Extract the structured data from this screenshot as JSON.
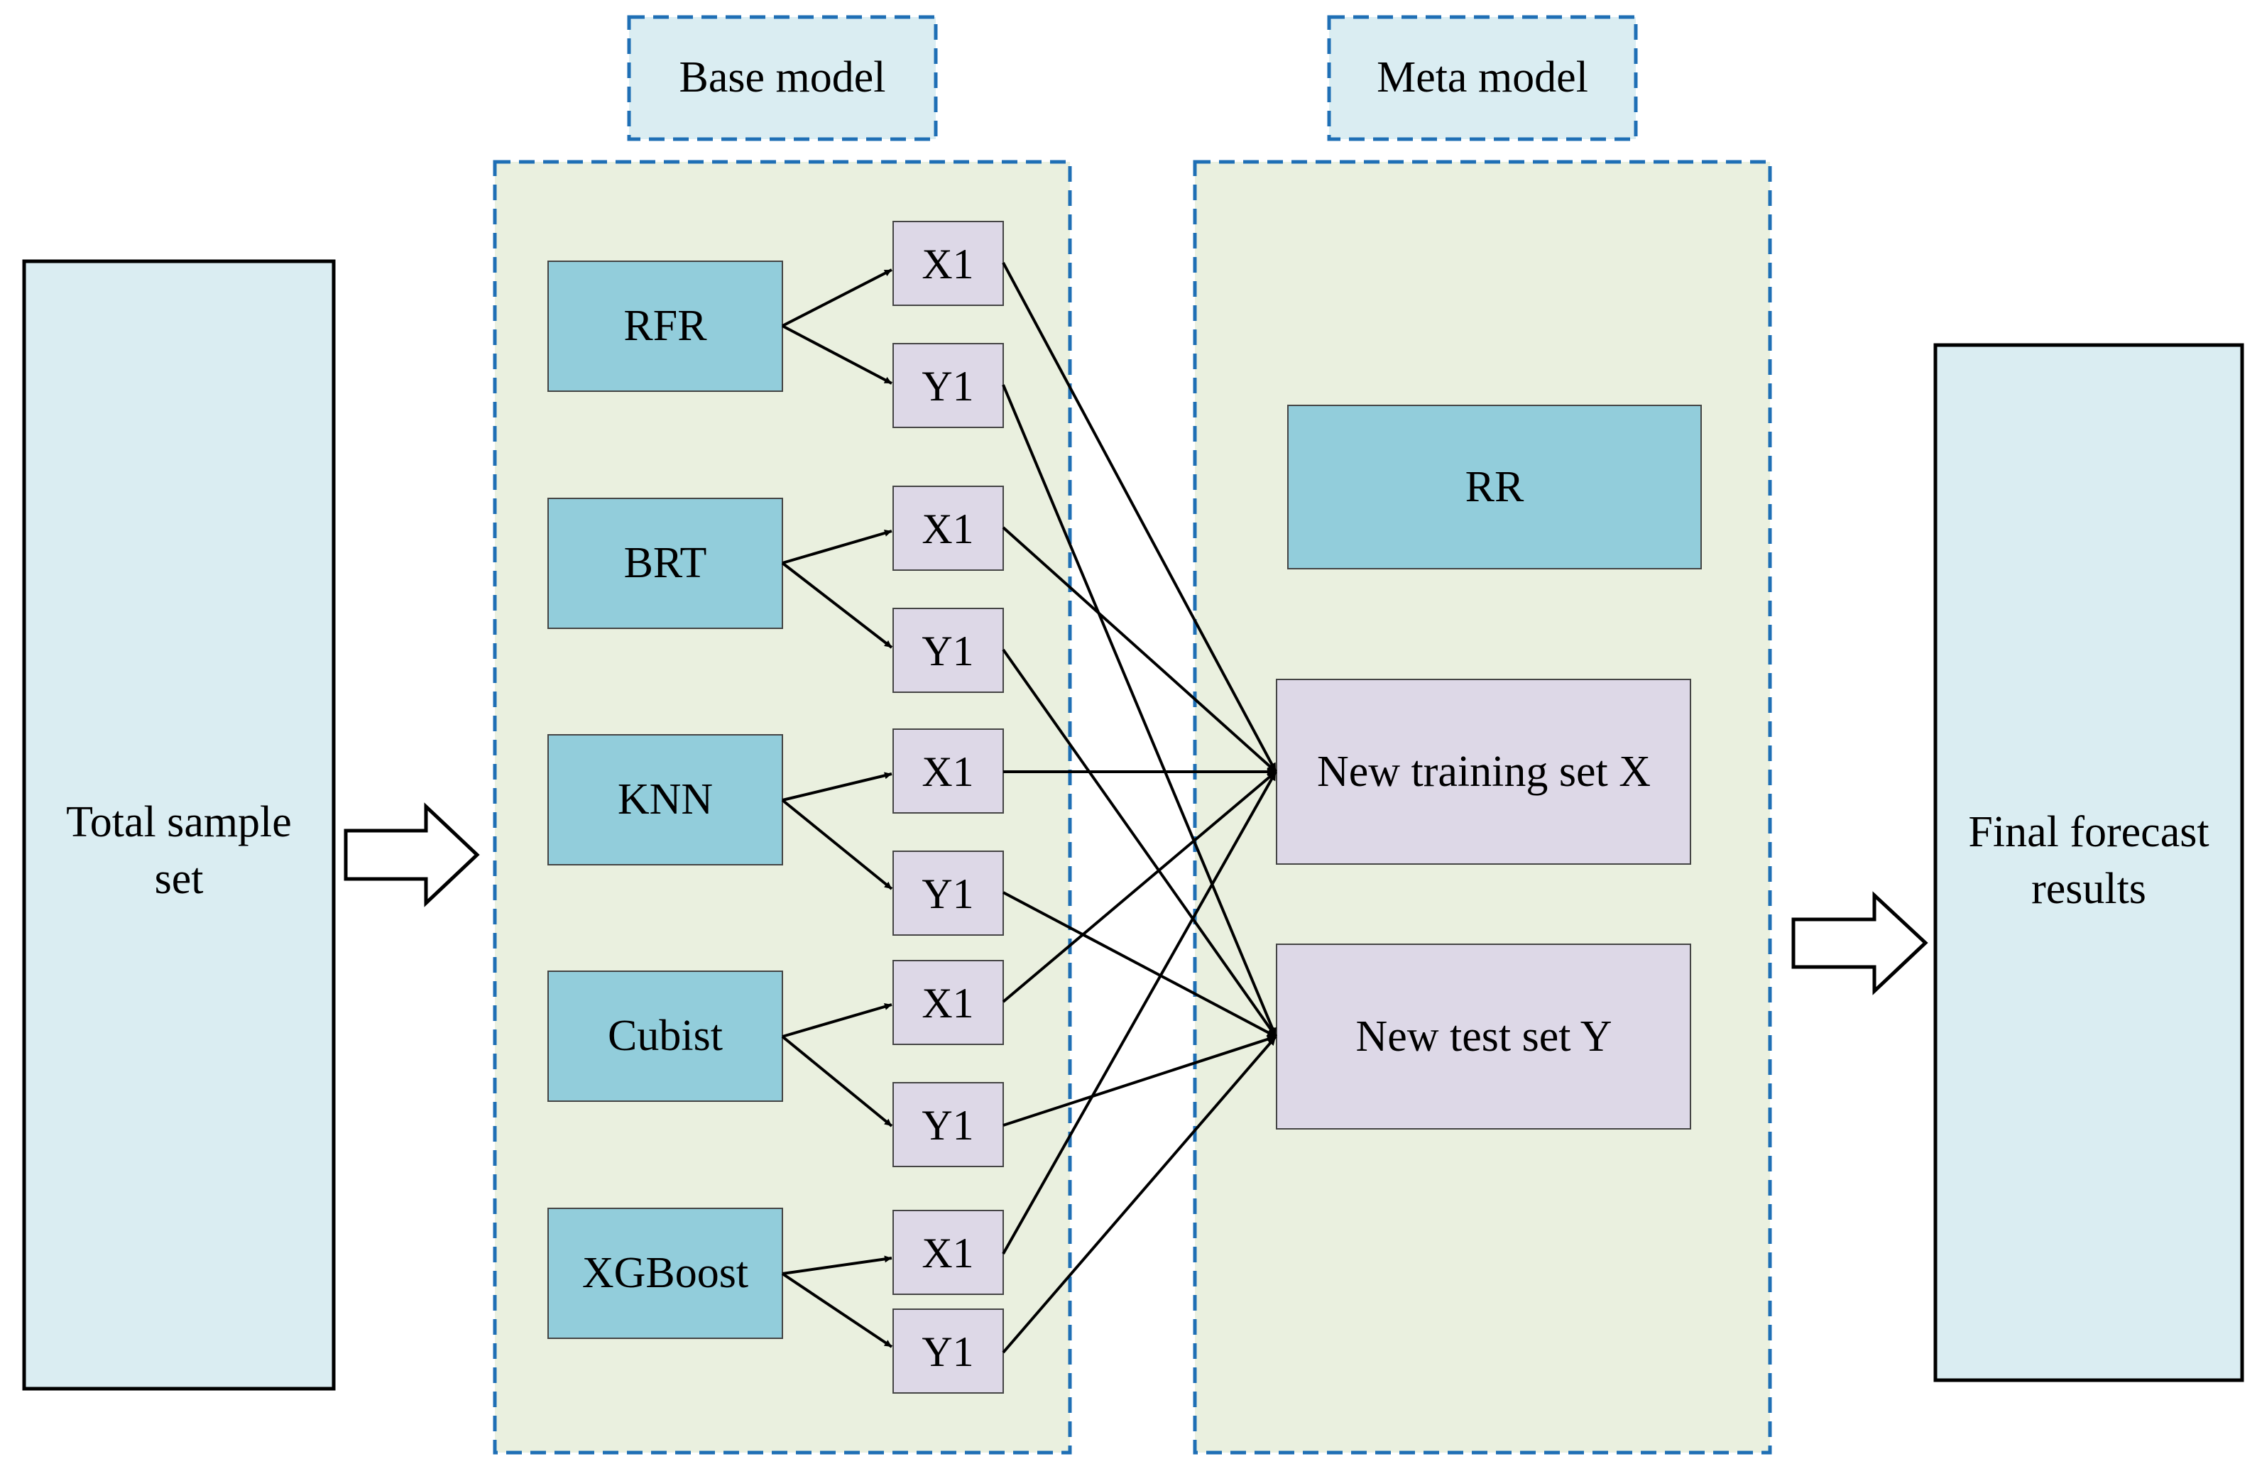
{
  "colors": {
    "section_fill": "#eaf0df",
    "section_border": "#1f6fb5",
    "header_fill": "#daedf2",
    "side_fill": "#daedf2",
    "model_fill": "#92cddb",
    "output_fill": "#ddd8e7",
    "line": "#000000"
  },
  "input_box": {
    "lines": [
      "Total sample",
      "set"
    ]
  },
  "output_box": {
    "lines": [
      "Final forecast",
      "results"
    ]
  },
  "base_section": {
    "header": "Base model"
  },
  "meta_section": {
    "header": "Meta model"
  },
  "base_models": [
    {
      "name": "RFR",
      "outputs": [
        "X1",
        "Y1"
      ]
    },
    {
      "name": "BRT",
      "outputs": [
        "X1",
        "Y1"
      ]
    },
    {
      "name": "KNN",
      "outputs": [
        "X1",
        "Y1"
      ]
    },
    {
      "name": "Cubist",
      "outputs": [
        "X1",
        "Y1"
      ]
    },
    {
      "name": "XGBoost",
      "outputs": [
        "X1",
        "Y1"
      ]
    }
  ],
  "meta_model": {
    "name": "RR"
  },
  "new_training_set": {
    "label": "New training set X"
  },
  "new_test_set": {
    "label": "New test set Y"
  }
}
